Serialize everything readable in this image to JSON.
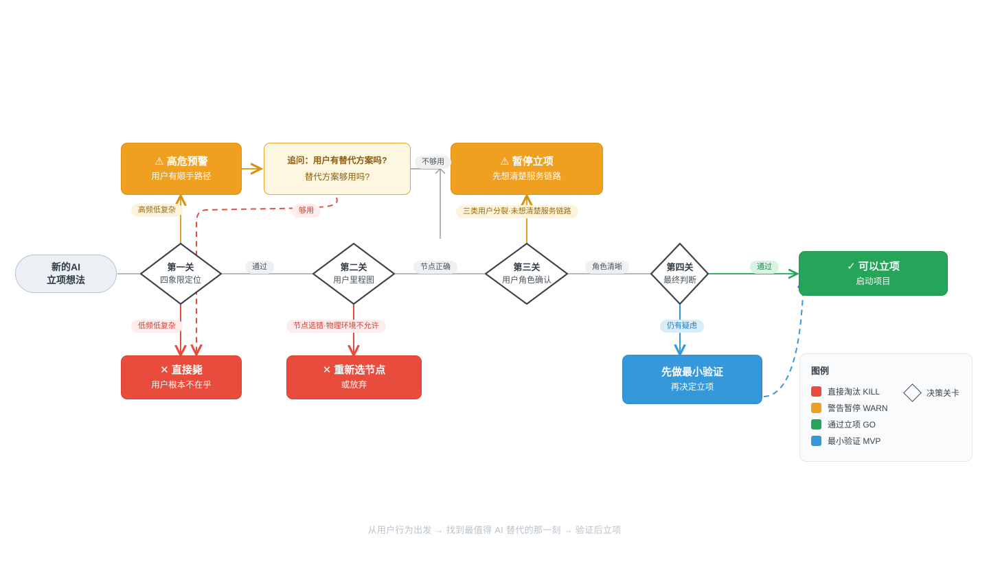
{
  "diagram": {
    "start": {
      "line1": "新的AI",
      "line2": "立项想法"
    },
    "gates": [
      {
        "title": "第一关",
        "sub": "四象限定位"
      },
      {
        "title": "第二关",
        "sub": "用户里程图"
      },
      {
        "title": "第三关",
        "sub": "用户角色确认"
      },
      {
        "title": "第四关",
        "sub": "最终判断"
      }
    ],
    "warn_high_risk": {
      "icon": "⚠",
      "title": "高危预警",
      "sub": "用户有顺手路径"
    },
    "question_box": {
      "line1": "追问：用户有替代方案吗?",
      "line2": "替代方案够用吗?"
    },
    "warn_pause": {
      "icon": "⚠",
      "title": "暂停立项",
      "sub": "先想清楚服务链路"
    },
    "kill_1": {
      "icon": "✕",
      "title": "直接毙",
      "sub": "用户根本不在乎"
    },
    "kill_2": {
      "icon": "✕",
      "title": "重新选节点",
      "sub": "或放弃"
    },
    "go": {
      "icon": "✓",
      "title": "可以立项",
      "sub": "启动项目"
    },
    "mvp": {
      "title": "先做最小验证",
      "sub": "再决定立项"
    },
    "edge_labels": {
      "gate1_warn": "高频低复杂",
      "gate1_kill": "低频低复杂",
      "gate1_pass": "通过",
      "q_enough": "够用",
      "q_not_enough": "不够用",
      "gate2_kill": "节点选错·物理环境不允许",
      "gate2_pass": "节点正确",
      "gate3_warn": "三类用户分裂·未想清楚服务链路",
      "gate3_pass": "角色清晰",
      "gate4_mvp": "仍有疑虑",
      "gate4_pass": "通过"
    }
  },
  "legend": {
    "title": "图例",
    "items": [
      {
        "color": "#e74c3c",
        "label": "直接淘汰 KILL"
      },
      {
        "color": "#f0a020",
        "label": "警告暂停 WARN"
      },
      {
        "color": "#25a55a",
        "label": "通过立项 GO"
      },
      {
        "color": "#3498db",
        "label": "最小验证 MVP"
      }
    ],
    "gate_shape_label": "决策关卡"
  },
  "footer": {
    "text": "从用户行为出发 → 找到最值得 AI 替代的那一刻 → 验证后立项"
  }
}
